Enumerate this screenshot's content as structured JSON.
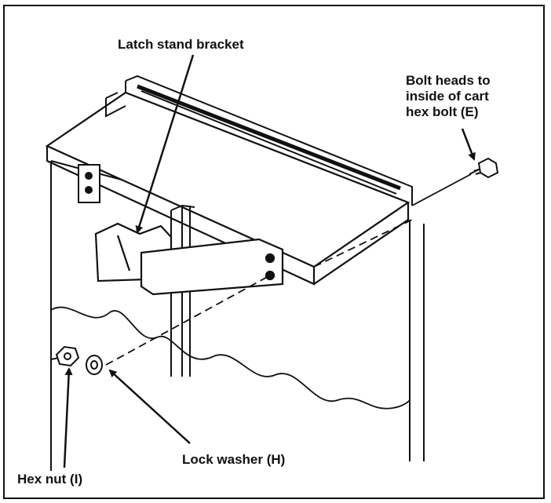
{
  "labels": {
    "latch_stand_bracket": "Latch stand bracket",
    "bolt_heads": "Bolt heads to inside of cart hex bolt (E)",
    "lock_washer": "Lock washer (H)",
    "hex_nut": "Hex nut (I)"
  },
  "colors": {
    "ink": "#111111",
    "paper": "#ffffff"
  }
}
